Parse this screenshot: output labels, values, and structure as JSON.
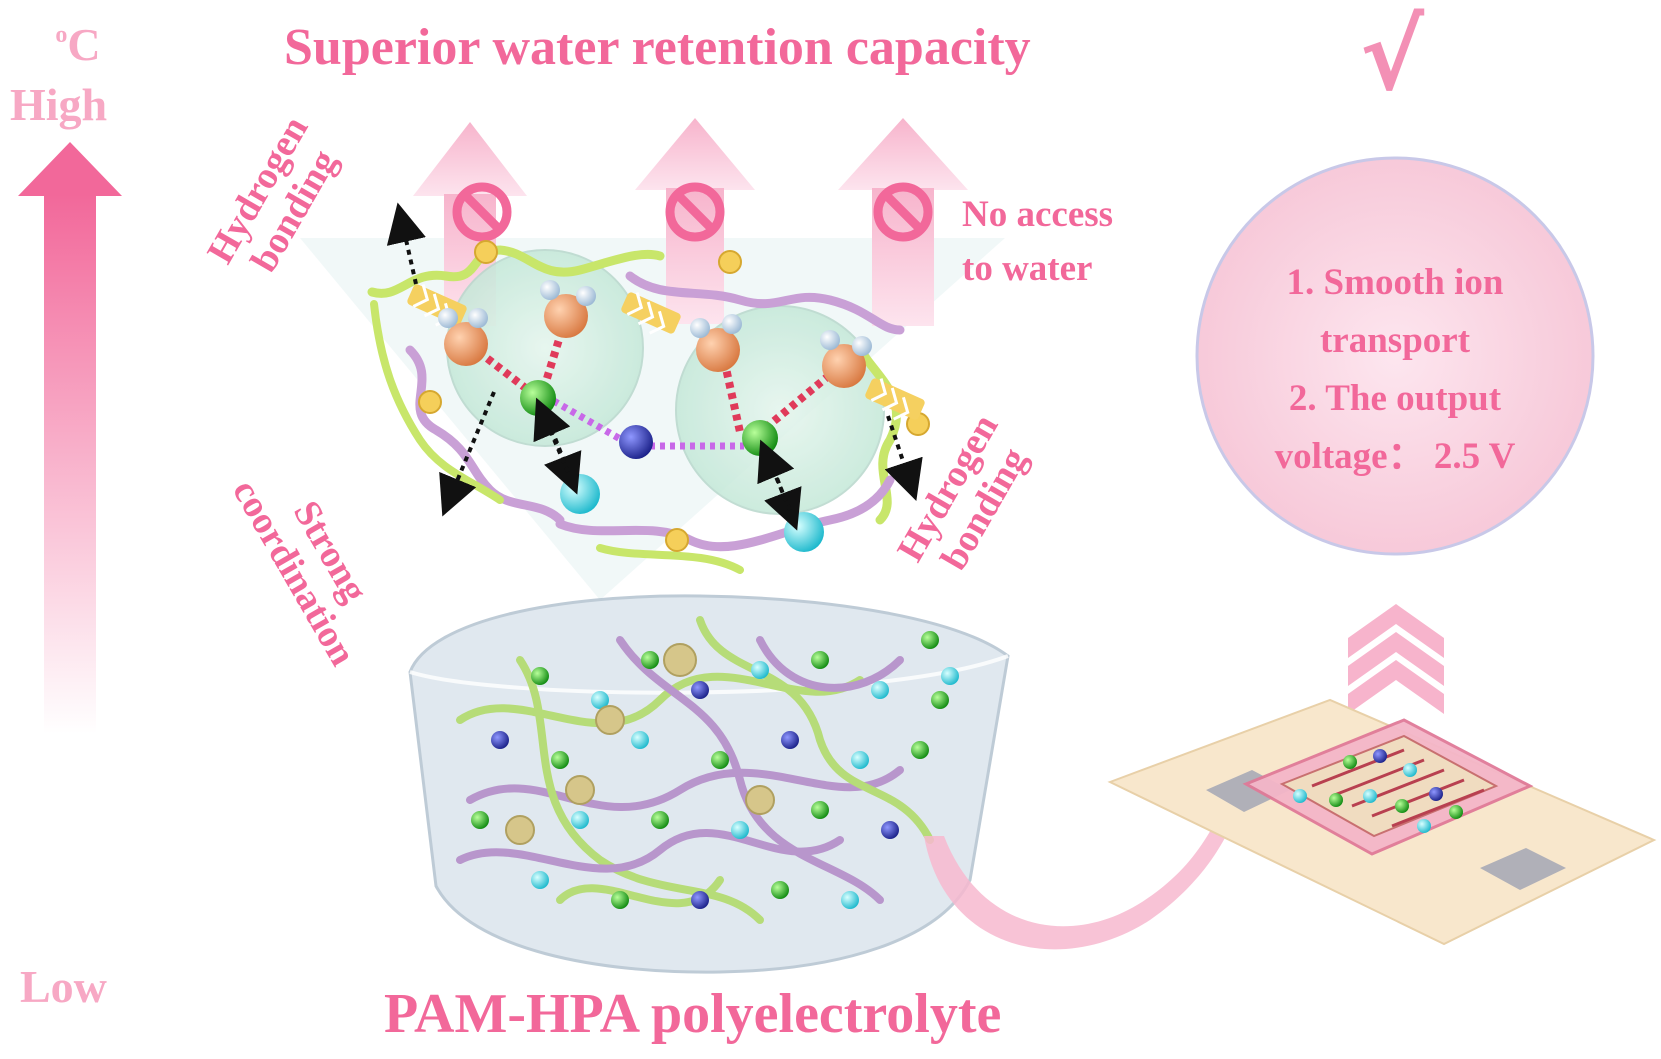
{
  "temperature_axis": {
    "unit": "C",
    "unit_prefix": "o",
    "high": "High",
    "low": "Low"
  },
  "header": {
    "title": "Superior water retention capacity",
    "check_mark": "√"
  },
  "annotations": {
    "no_access": [
      "No access",
      "to water"
    ],
    "hydrogen_bonding_left": [
      "Hydrogen",
      "bonding"
    ],
    "strong_coordination": [
      "Strong",
      "coordination"
    ],
    "hydrogen_bonding_right": [
      "Hydrogen",
      "bonding"
    ]
  },
  "result_bubble": {
    "lines": [
      "1. Smooth ion",
      "transport",
      "2. The output",
      "voltage： 2.5 V"
    ]
  },
  "caption": "PAM-HPA polyelectrolyte",
  "colors": {
    "accent_pink": "#f2689a",
    "pale_pink": "#f7c6d8",
    "green_chain": "#c8e66a",
    "purple_chain": "#c9a0d6",
    "ion_green": "#22b022",
    "ion_blue": "#2830b8",
    "ion_cyan": "#40d8e8",
    "water_oxygen": "#f0a070"
  }
}
